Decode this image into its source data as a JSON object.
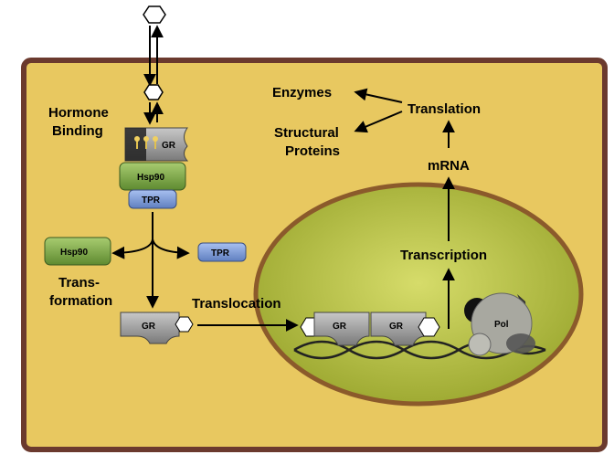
{
  "labels": {
    "hormone_binding_1": "Hormone",
    "hormone_binding_2": "Binding",
    "transformation_1": "Trans-",
    "transformation_2": "formation",
    "translocation": "Translocation",
    "transcription": "Transcription",
    "mrna": "mRNA",
    "translation": "Translation",
    "enzymes": "Enzymes",
    "structural_1": "Structural",
    "structural_2": "Proteins"
  },
  "proteins": {
    "gr": "GR",
    "hsp90": "Hsp90",
    "tpr": "TPR",
    "pol": "Pol"
  },
  "colors": {
    "cell_fill": "#e8c860",
    "cell_border": "#6b3a2e",
    "nucleus_fill": "#b8c040",
    "nucleus_border": "#8b5a2b",
    "hsp90": "#7fa64a",
    "tpr": "#7f9fd9",
    "gr": "#9a9a9a"
  }
}
